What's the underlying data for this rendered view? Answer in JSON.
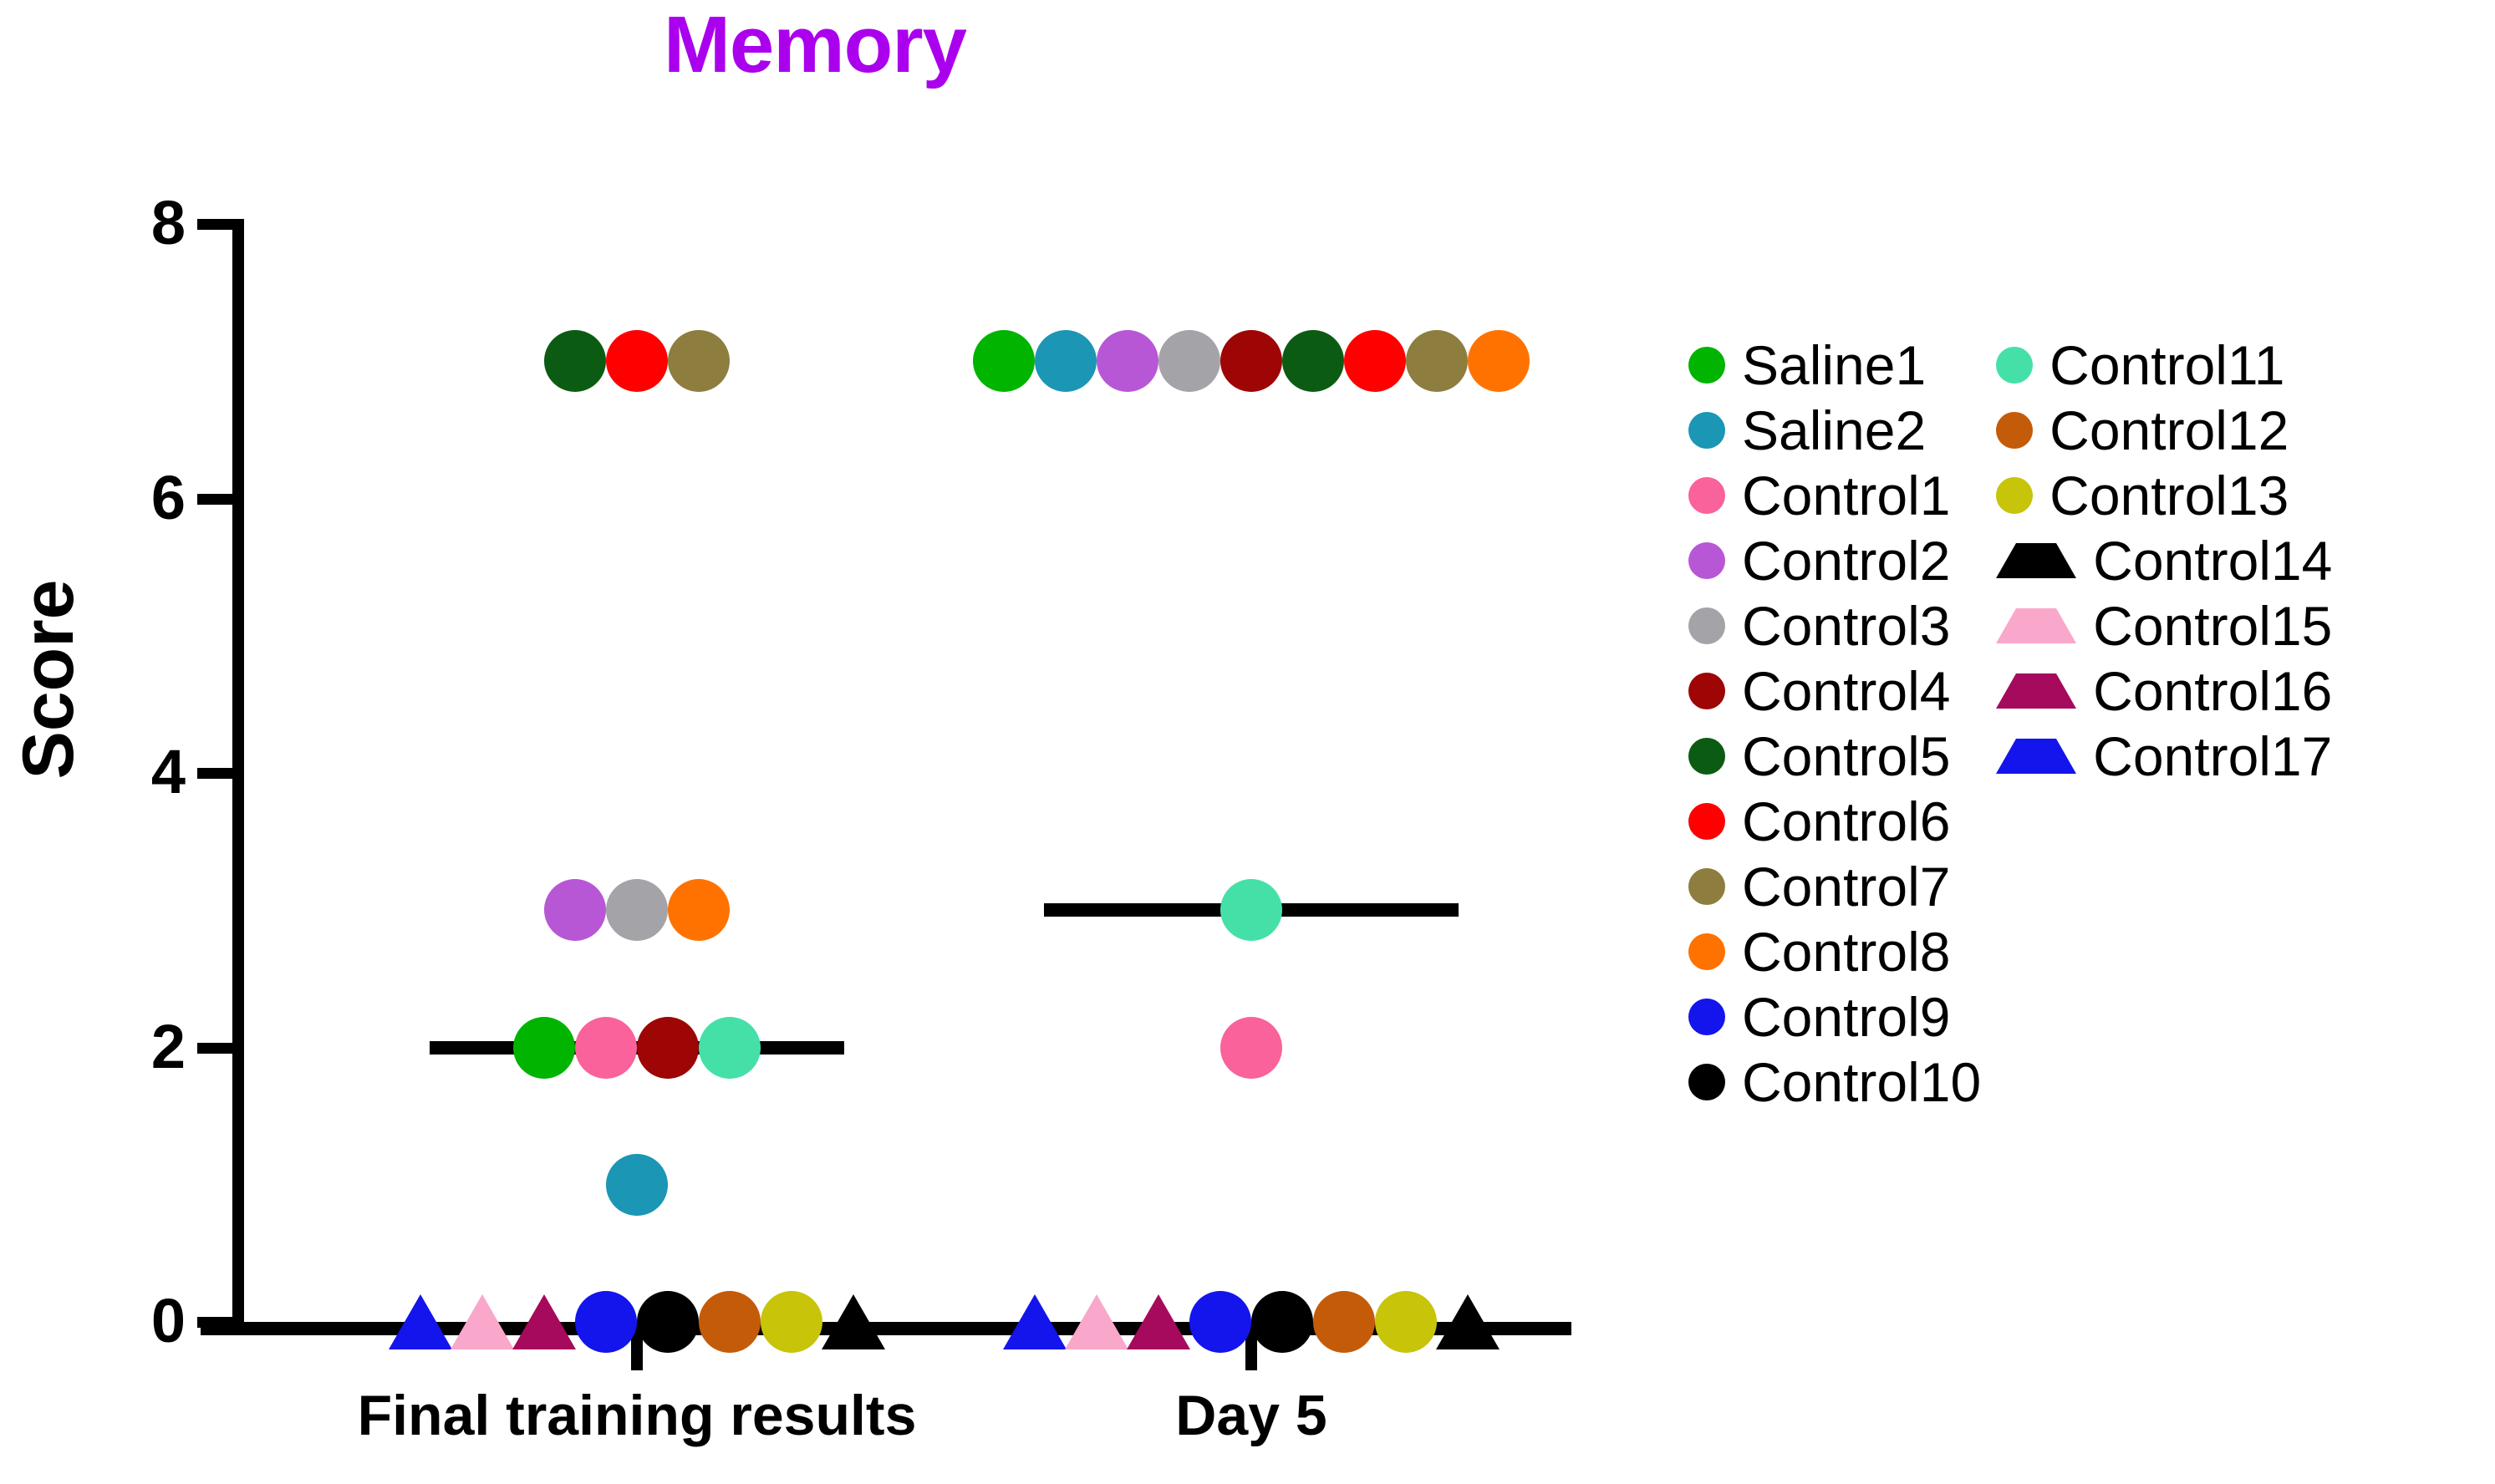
{
  "chart_data": {
    "type": "scatter",
    "title": "Memory",
    "title_color": "#aa00ee",
    "xlabel": "",
    "ylabel": "Score",
    "ylim": [
      0,
      8
    ],
    "yticks": [
      "0",
      "2",
      "4",
      "6",
      "8"
    ],
    "grid": false,
    "legend_position": "right",
    "categories": [
      "Final training results",
      "Day 5"
    ],
    "medians": [
      {
        "group": "Final training results",
        "value": 2
      },
      {
        "group": "Day 5",
        "value": 3
      }
    ],
    "subjects": [
      {
        "name": "Saline1",
        "color": "#00b400",
        "marker": "circle"
      },
      {
        "name": "Saline2",
        "color": "#1b96b4",
        "marker": "circle"
      },
      {
        "name": "Control1",
        "color": "#f9629a",
        "marker": "circle"
      },
      {
        "name": "Control2",
        "color": "#b857d6",
        "marker": "circle"
      },
      {
        "name": "Control3",
        "color": "#a3a3a8",
        "marker": "circle"
      },
      {
        "name": "Control4",
        "color": "#9e0505",
        "marker": "circle"
      },
      {
        "name": "Control5",
        "color": "#0b5c12",
        "marker": "circle"
      },
      {
        "name": "Control6",
        "color": "#fe0000",
        "marker": "circle"
      },
      {
        "name": "Control7",
        "color": "#8d7d3f",
        "marker": "circle"
      },
      {
        "name": "Control8",
        "color": "#ff7200",
        "marker": "circle"
      },
      {
        "name": "Control9",
        "color": "#1414ec",
        "marker": "circle"
      },
      {
        "name": "Control10",
        "color": "#000000",
        "marker": "circle"
      },
      {
        "name": "Control11",
        "color": "#45e0a8",
        "marker": "circle"
      },
      {
        "name": "Control12",
        "color": "#c45b09",
        "marker": "circle"
      },
      {
        "name": "Control13",
        "color": "#c7c409",
        "marker": "circle"
      },
      {
        "name": "Control14",
        "color": "#000000",
        "marker": "triangle"
      },
      {
        "name": "Control15",
        "color": "#f9a7cb",
        "marker": "triangle"
      },
      {
        "name": "Control16",
        "color": "#a50a5c",
        "marker": "triangle"
      },
      {
        "name": "Control17",
        "color": "#1414ec",
        "marker": "triangle"
      }
    ],
    "series": [
      {
        "name": "Final training results",
        "points": [
          {
            "subject": "Control5",
            "value": 7
          },
          {
            "subject": "Control6",
            "value": 7
          },
          {
            "subject": "Control7",
            "value": 7
          },
          {
            "subject": "Control2",
            "value": 3
          },
          {
            "subject": "Control3",
            "value": 3
          },
          {
            "subject": "Control8",
            "value": 3
          },
          {
            "subject": "Saline1",
            "value": 2
          },
          {
            "subject": "Control1",
            "value": 2
          },
          {
            "subject": "Control4",
            "value": 2
          },
          {
            "subject": "Control11",
            "value": 2
          },
          {
            "subject": "Saline2",
            "value": 1
          },
          {
            "subject": "Control17",
            "value": 0
          },
          {
            "subject": "Control15",
            "value": 0
          },
          {
            "subject": "Control16",
            "value": 0
          },
          {
            "subject": "Control9",
            "value": 0
          },
          {
            "subject": "Control10",
            "value": 0
          },
          {
            "subject": "Control12",
            "value": 0
          },
          {
            "subject": "Control13",
            "value": 0
          },
          {
            "subject": "Control14",
            "value": 0
          }
        ]
      },
      {
        "name": "Day 5",
        "points": [
          {
            "subject": "Saline1",
            "value": 7
          },
          {
            "subject": "Saline2",
            "value": 7
          },
          {
            "subject": "Control2",
            "value": 7
          },
          {
            "subject": "Control3",
            "value": 7
          },
          {
            "subject": "Control4",
            "value": 7
          },
          {
            "subject": "Control5",
            "value": 7
          },
          {
            "subject": "Control6",
            "value": 7
          },
          {
            "subject": "Control7",
            "value": 7
          },
          {
            "subject": "Control8",
            "value": 7
          },
          {
            "subject": "Control11",
            "value": 3
          },
          {
            "subject": "Control1",
            "value": 2
          },
          {
            "subject": "Control17",
            "value": 0
          },
          {
            "subject": "Control15",
            "value": 0
          },
          {
            "subject": "Control16",
            "value": 0
          },
          {
            "subject": "Control9",
            "value": 0
          },
          {
            "subject": "Control10",
            "value": 0
          },
          {
            "subject": "Control12",
            "value": 0
          },
          {
            "subject": "Control13",
            "value": 0
          },
          {
            "subject": "Control14",
            "value": 0
          }
        ]
      }
    ]
  },
  "legend": {
    "columns": [
      {
        "items": [
          {
            "label": "Saline1",
            "color": "#00b400",
            "marker": "circle"
          },
          {
            "label": "Saline2",
            "color": "#1b96b4",
            "marker": "circle"
          },
          {
            "label": "Control1",
            "color": "#f9629a",
            "marker": "circle"
          },
          {
            "label": "Control2",
            "color": "#b857d6",
            "marker": "circle"
          },
          {
            "label": "Control3",
            "color": "#a3a3a8",
            "marker": "circle"
          },
          {
            "label": "Control4",
            "color": "#9e0505",
            "marker": "circle"
          },
          {
            "label": "Control5",
            "color": "#0b5c12",
            "marker": "circle"
          },
          {
            "label": "Control6",
            "color": "#fe0000",
            "marker": "circle"
          },
          {
            "label": "Control7",
            "color": "#8d7d3f",
            "marker": "circle"
          },
          {
            "label": "Control8",
            "color": "#ff7200",
            "marker": "circle"
          },
          {
            "label": "Control9",
            "color": "#1414ec",
            "marker": "circle"
          },
          {
            "label": "Control10",
            "color": "#000000",
            "marker": "circle"
          }
        ]
      },
      {
        "items": [
          {
            "label": "Control11",
            "color": "#45e0a8",
            "marker": "circle"
          },
          {
            "label": "Control12",
            "color": "#c45b09",
            "marker": "circle"
          },
          {
            "label": "Control13",
            "color": "#c7c409",
            "marker": "circle"
          },
          {
            "label": "Control14",
            "color": "#000000",
            "marker": "triangle"
          },
          {
            "label": "Control15",
            "color": "#f9a7cb",
            "marker": "triangle"
          },
          {
            "label": "Control16",
            "color": "#a50a5c",
            "marker": "triangle"
          },
          {
            "label": "Control17",
            "color": "#1414ec",
            "marker": "triangle"
          }
        ]
      }
    ]
  },
  "axes": {
    "y_title": "Score",
    "y_ticks": [
      "8",
      "6",
      "4",
      "2",
      "0"
    ],
    "x_ticks": [
      "Final training results",
      "Day 5"
    ]
  }
}
